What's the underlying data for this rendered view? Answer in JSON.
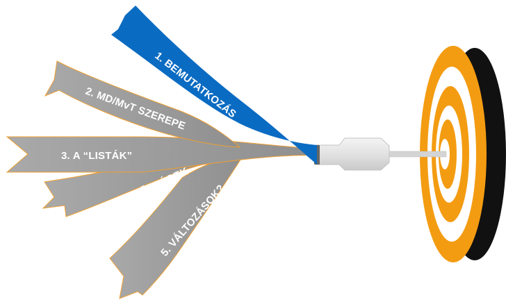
{
  "ribbons": [
    {
      "id": "r1",
      "label": "1. BEMUTATKOZÁS",
      "color": "#0a6bc2",
      "edge": "#0a6bc2"
    },
    {
      "id": "r2",
      "label": "2. MD/MvT SZEREPE",
      "color": "#9e9e9e",
      "edge": "#f0a030"
    },
    {
      "id": "r3",
      "label": "3. A “LISTÁK”",
      "color": "#9e9e9e",
      "edge": "#f0a030"
    },
    {
      "id": "r4",
      "label": "4. A FELELŐSSÉGEK",
      "color": "#9e9e9e",
      "edge": "#f0a030"
    },
    {
      "id": "r5",
      "label": "5. VÁLTOZÁSOK?",
      "color": "#9e9e9e",
      "edge": "#f0a030"
    }
  ],
  "target": {
    "ring_colors": [
      "#f39c12",
      "#ffffff",
      "#f39c12",
      "#ffffff",
      "#f39c12",
      "#ffffff"
    ],
    "shadow_color": "#111111"
  },
  "dart": {
    "body_color": "#e6e6e6",
    "shaft_color": "#d4d4d4"
  }
}
